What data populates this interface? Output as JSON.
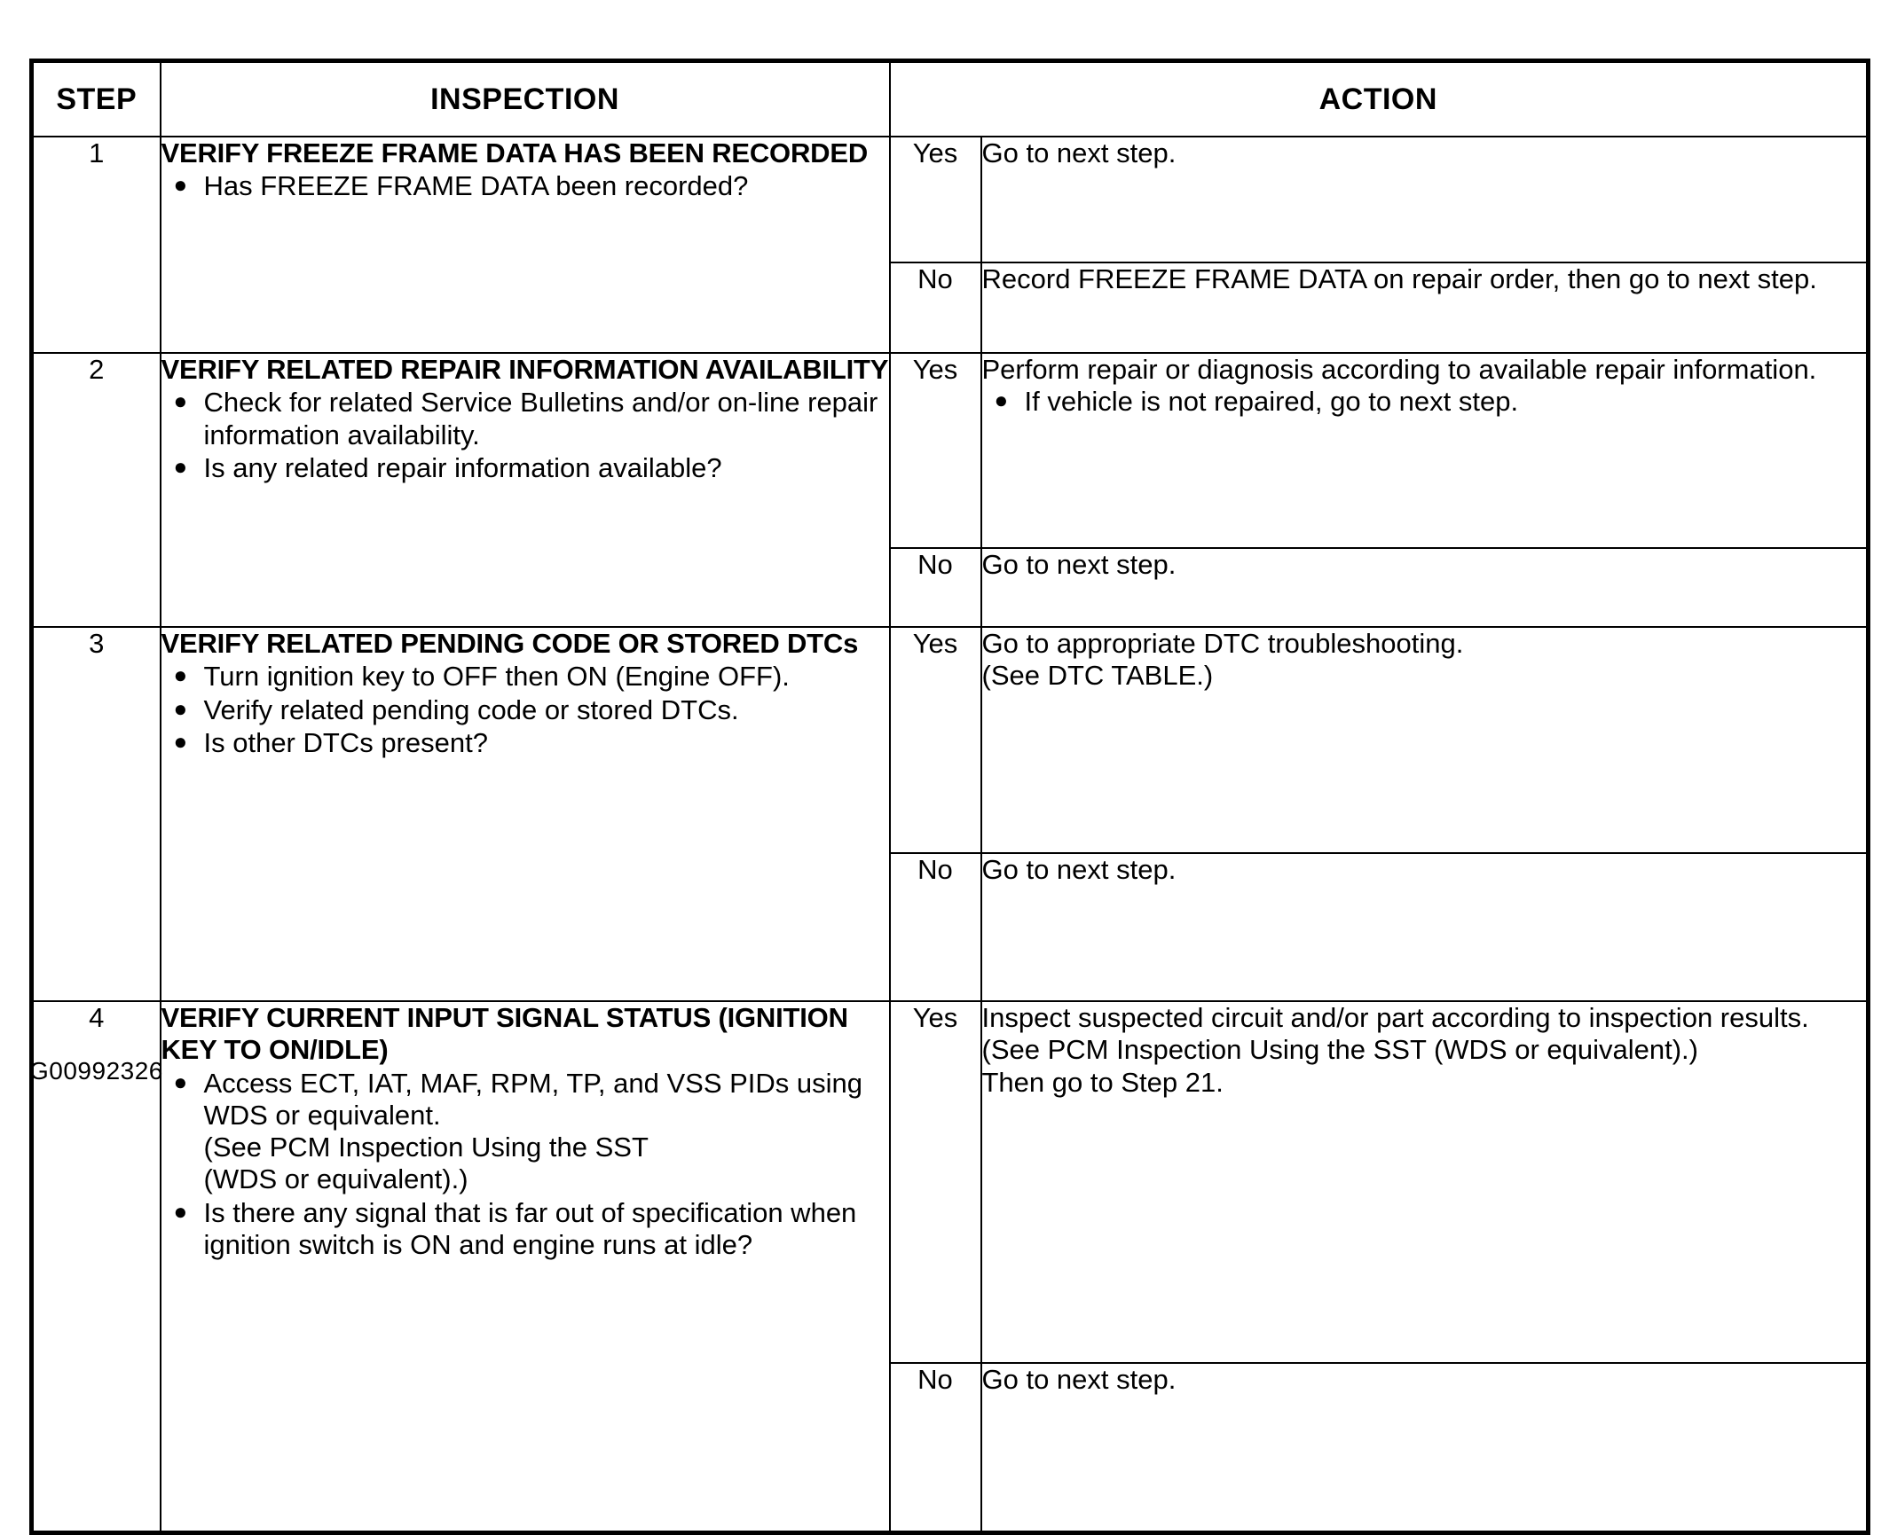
{
  "figure_id": "G00992326",
  "table": {
    "headers": {
      "step": "STEP",
      "inspection": "INSPECTION",
      "action": "ACTION"
    },
    "answers": {
      "yes": "Yes",
      "no": "No"
    },
    "rows": [
      {
        "step": "1",
        "inspection": {
          "title": "VERIFY FREEZE FRAME DATA HAS BEEN RECORDED",
          "bullets": [
            "Has FREEZE FRAME DATA been recorded?"
          ]
        },
        "yes_action": {
          "lines": [
            "Go to next step."
          ],
          "bullets": []
        },
        "no_action": {
          "lines": [
            "Record FREEZE FRAME DATA on repair order, then go to next step."
          ],
          "bullets": []
        }
      },
      {
        "step": "2",
        "inspection": {
          "title": "VERIFY RELATED REPAIR INFORMATION AVAILABILITY",
          "bullets": [
            "Check for related Service Bulletins and/or on-line repair information availability.",
            "Is any related repair information available?"
          ]
        },
        "yes_action": {
          "lines": [
            "Perform repair or diagnosis according to available repair information."
          ],
          "bullets": [
            "If vehicle is not repaired, go to next step."
          ]
        },
        "no_action": {
          "lines": [
            "Go to next step."
          ],
          "bullets": []
        }
      },
      {
        "step": "3",
        "inspection": {
          "title": "VERIFY RELATED PENDING CODE OR STORED DTCs",
          "bullets": [
            "Turn ignition key to OFF then ON (Engine OFF).",
            "Verify related pending code or stored DTCs.",
            "Is other DTCs present?"
          ]
        },
        "yes_action": {
          "lines": [
            "Go to appropriate DTC troubleshooting.",
            "(See DTC TABLE.)"
          ],
          "bullets": []
        },
        "no_action": {
          "lines": [
            "Go to next step."
          ],
          "bullets": []
        }
      },
      {
        "step": "4",
        "inspection": {
          "title": "VERIFY CURRENT INPUT SIGNAL STATUS (IGNITION KEY TO ON/IDLE)",
          "bullets": [
            "Access ECT, IAT, MAF, RPM, TP, and VSS PIDs using WDS or equivalent.",
            "Is there any signal that is far out of specification when ignition switch is ON and engine runs at idle?"
          ],
          "bullet_sublines": {
            "0": [
              "(See PCM Inspection Using the SST",
              "(WDS or equivalent).)"
            ]
          }
        },
        "yes_action": {
          "lines": [
            "Inspect suspected circuit and/or part according to inspection results.",
            "(See PCM Inspection Using the SST (WDS or equivalent).)",
            "Then go to Step 21."
          ],
          "bullets": []
        },
        "no_action": {
          "lines": [
            "Go to next step."
          ],
          "bullets": []
        }
      }
    ]
  }
}
